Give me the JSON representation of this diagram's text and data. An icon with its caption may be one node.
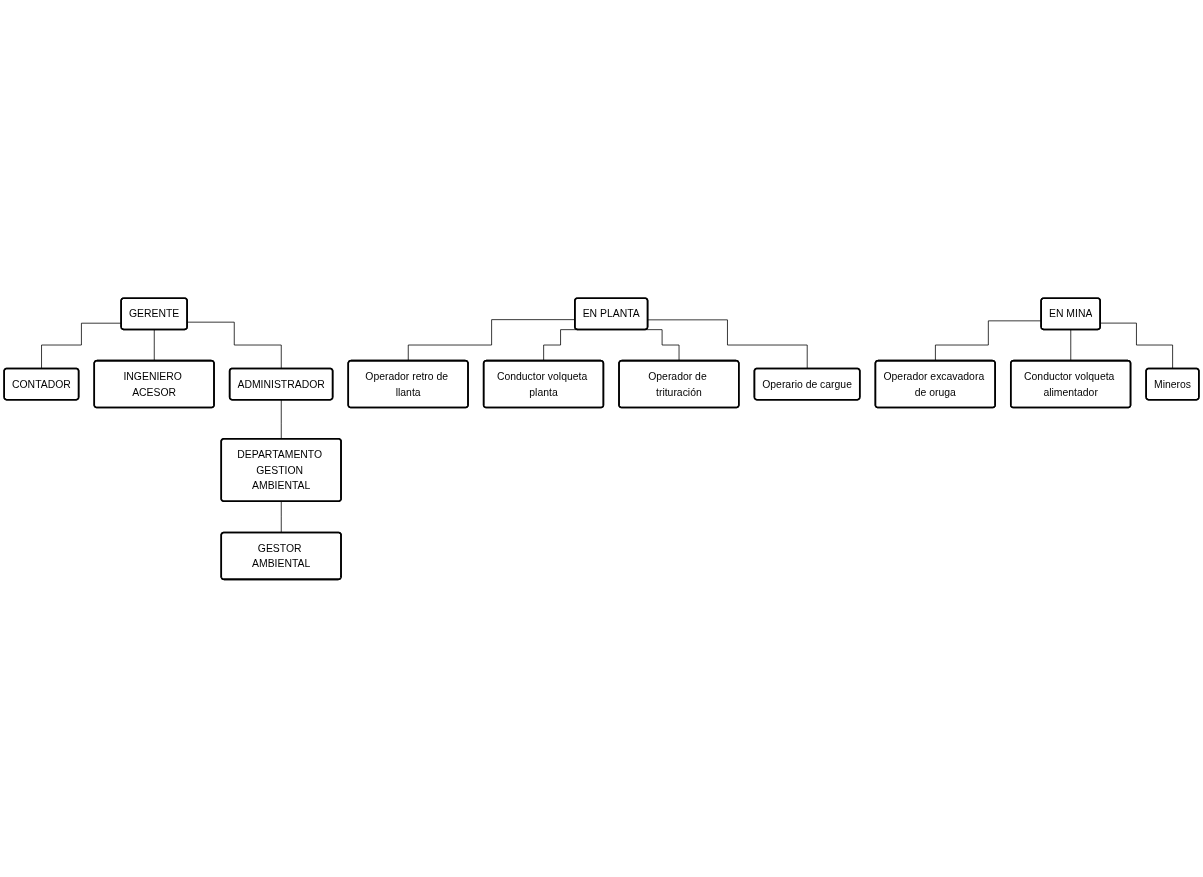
{
  "diagram": {
    "nodes": [
      {
        "text": [
          "GERENTE"
        ]
      },
      {
        "text": [
          "CONTADOR"
        ]
      },
      {
        "text": [
          "INGENIERO ACESOR"
        ]
      },
      {
        "text": [
          "ADMINISTRADOR"
        ]
      },
      {
        "text": [
          "DEPARTAMENTO GESTION AMBIENTAL"
        ]
      },
      {
        "text": [
          "GESTOR AMBIENTAL"
        ]
      },
      {
        "text": [
          "Operador retro de llanta"
        ]
      },
      {
        "text": [
          "Conductor volqueta planta"
        ]
      },
      {
        "text": [
          "Operador de trituración"
        ]
      },
      {
        "text": [
          "Operario de cargue"
        ]
      },
      {
        "text": [
          "EN PLANTA"
        ]
      },
      {
        "text": [
          "Operador excavadora de oruga"
        ]
      },
      {
        "text": [
          "Conductor volqueta alimentador"
        ]
      },
      {
        "text": [
          "EN MINA"
        ]
      },
      {
        "text": [
          "Mineros"
        ]
      }
    ],
    "edges": [
      {
        "from": 0,
        "to": 1,
        "arrow": "none"
      },
      {
        "from": 0,
        "to": 2,
        "arrow": "none"
      },
      {
        "from": 0,
        "to": 3,
        "arrow": "none"
      },
      {
        "from": 3,
        "to": 4,
        "arrow": "none"
      },
      {
        "from": 4,
        "to": 5,
        "arrow": "none"
      },
      {
        "from": 10,
        "to": 6,
        "arrow": "none"
      },
      {
        "from": 10,
        "to": 7,
        "arrow": "none"
      },
      {
        "from": 10,
        "to": 8,
        "arrow": "none"
      },
      {
        "from": 10,
        "to": 9,
        "arrow": "none"
      },
      {
        "from": 13,
        "to": 11,
        "arrow": "none"
      },
      {
        "from": 13,
        "to": 12,
        "arrow": "none"
      },
      {
        "from": 13,
        "to": 14,
        "arrow": "none"
      }
    ]
  }
}
